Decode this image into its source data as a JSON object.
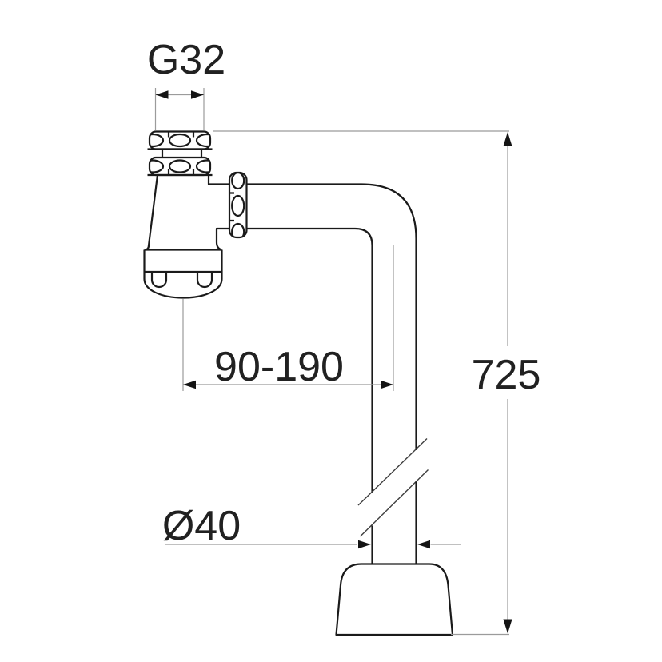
{
  "labels": {
    "thread_size": "G32",
    "offset_range": "90-190",
    "overall_height": "725",
    "pipe_diameter": "Ø40"
  },
  "colors": {
    "object-line": "#1a1a1a",
    "dim-line": "#9b9b9b",
    "break-line": "#3f3f3f",
    "arrow": "#141414",
    "label-text": "#212121",
    "background": "#ffffff"
  }
}
